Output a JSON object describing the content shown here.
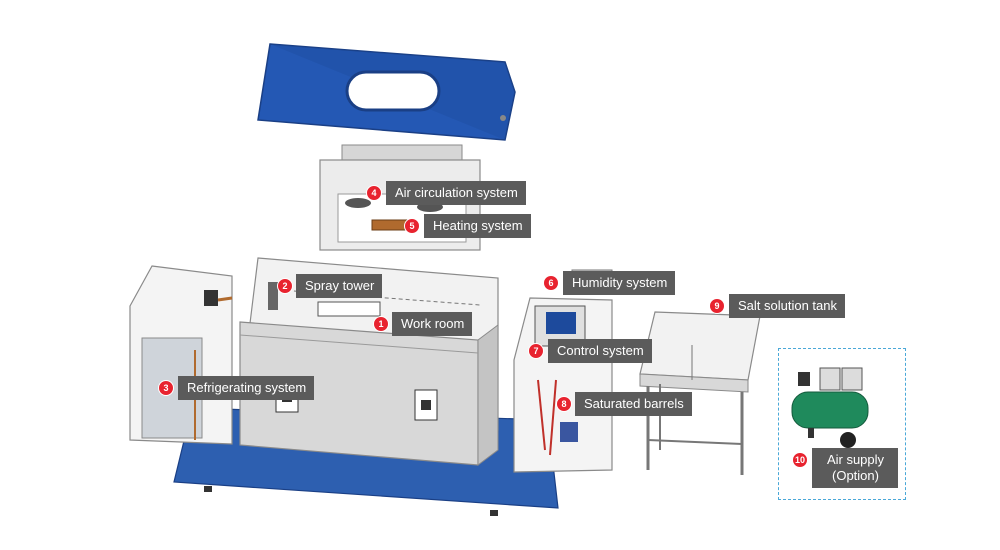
{
  "callouts": [
    {
      "number": "1",
      "label": "Work room"
    },
    {
      "number": "2",
      "label": "Spray tower"
    },
    {
      "number": "3",
      "label": "Refrigerating system"
    },
    {
      "number": "4",
      "label": "Air circulation system"
    },
    {
      "number": "5",
      "label": "Heating system"
    },
    {
      "number": "6",
      "label": "Humidity system"
    },
    {
      "number": "7",
      "label": "Control system"
    },
    {
      "number": "8",
      "label": "Saturated barrels"
    },
    {
      "number": "9",
      "label": "Salt solution tank"
    },
    {
      "number": "10",
      "label_line1": "Air supply",
      "label_line2": "(Option)"
    }
  ],
  "colors": {
    "base_blue": "#2d5fb0",
    "lid_blue": "#2458b4",
    "panel_grey": "#d8d8d8",
    "label_bg": "#5b5b5b",
    "badge_red": "#e8232f",
    "compressor_green": "#1f8a5c",
    "dash_border": "#4aa8d8"
  }
}
